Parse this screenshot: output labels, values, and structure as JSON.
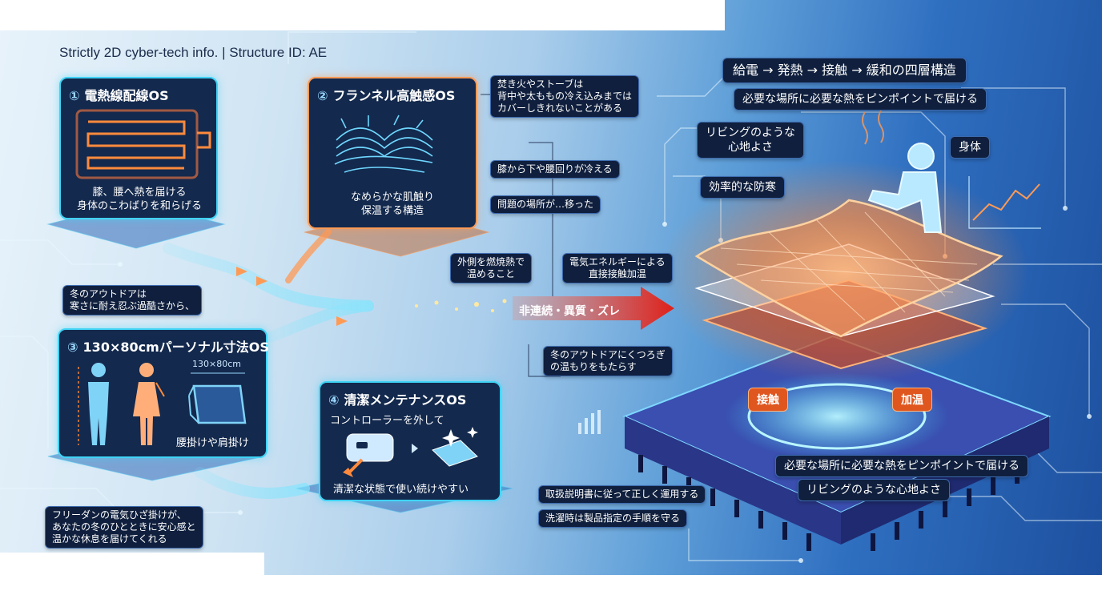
{
  "header": "Strictly 2D cyber-tech info. | Structure ID: AE",
  "cards": {
    "c1": {
      "num": "①",
      "title": "電熱線配線OS",
      "lines": [
        "膝、腰へ熱を届ける",
        "身体のこわばりを和らげる"
      ]
    },
    "c2": {
      "num": "②",
      "title": "フランネル高触感OS",
      "lines": [
        "なめらかな肌触り",
        "保温する構造"
      ]
    },
    "c3": {
      "num": "③",
      "title": "130×80cmパーソナル寸法OS",
      "dimension": "130×80cm",
      "caption": "腰掛けや肩掛け"
    },
    "c4": {
      "num": "④",
      "title": "清潔メンテナンスOS",
      "line1": "コントローラーを外して",
      "line2": "清潔な状態で使い続けやすい"
    }
  },
  "labels": {
    "bonfire": [
      "焚き火やストーブは",
      "背中や太ももの冷え込みまでは",
      "カバーしきれないことがある"
    ],
    "knees": "膝から下や腰回りが冷える",
    "problem_moved": "問題の場所が…移った",
    "outside_heat": [
      "外側を燃焼熱で",
      "温めること"
    ],
    "electric": [
      "電気エネルギーによる",
      "直接接触加温"
    ],
    "discontinuity": "非連続・異質・ズレ",
    "winter_relax": [
      "冬のアウトドアにくつろぎ",
      "の温もりをもたらす"
    ],
    "winter_endure": [
      "冬のアウトドアは",
      "寒さに耐え忍ぶ過酷さから、"
    ],
    "freedan": [
      "フリーダンの電気ひざ掛けが、",
      "あなたの冬のひとときに安心感と",
      "温かな休息を届けてくれる"
    ],
    "manual": "取扱説明書に従って正しく運用する",
    "washing": "洗濯時は製品指定の手順を守る",
    "four_layers": "給電 → 発熱 → 接触 → 緩和の四層構造",
    "pinpoint_top": "必要な場所に必要な熱をピンポイントで届ける",
    "living_like": [
      "リビングのような",
      "心地よさ"
    ],
    "body": "身体",
    "efficient": "効率的な防寒",
    "contact": "接触",
    "warming": "加温",
    "pinpoint_bottom": "必要な場所に必要な熱をピンポイントで届ける",
    "living_bottom": "リビングのような心地よさ"
  },
  "colors": {
    "accent": "#3fd3f5",
    "card_bg": "#13294d",
    "alert": "#e0381f",
    "heat": "#ff8a3d"
  }
}
